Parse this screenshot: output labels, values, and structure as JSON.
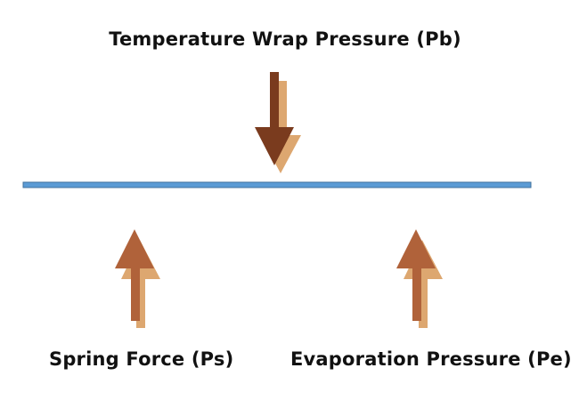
{
  "labels": {
    "top": "Temperature Wrap Pressure (Pb)",
    "bottom_left": "Spring Force (Ps)",
    "bottom_right": "Evaporation Pressure (Pe)"
  },
  "colors": {
    "membrane": "#5B9BD5",
    "membrane_border": "#41719C",
    "arrow_dark": "#7A3B1E",
    "arrow_mid": "#B0623A",
    "arrow_shadow": "#DDA770"
  },
  "arrows": [
    {
      "name": "down-arrow-pb",
      "direction": "down"
    },
    {
      "name": "up-arrow-ps",
      "direction": "up"
    },
    {
      "name": "up-arrow-pe",
      "direction": "up"
    }
  ]
}
